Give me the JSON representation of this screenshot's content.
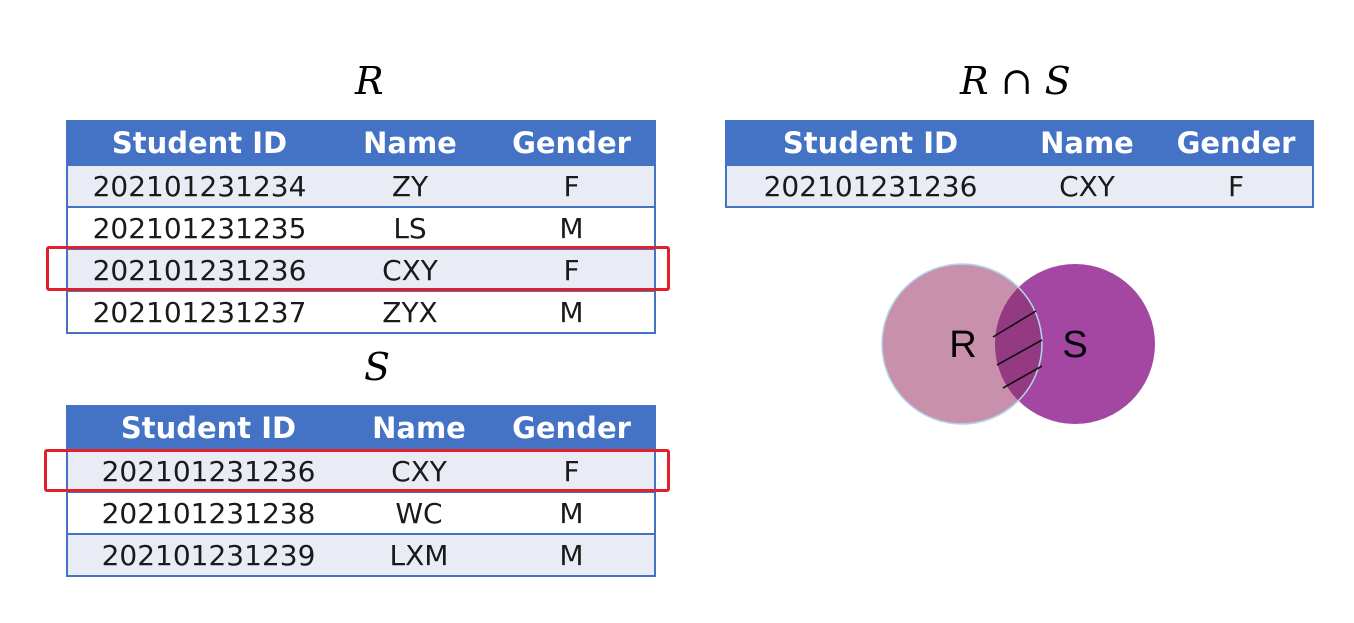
{
  "relation_r": {
    "title": "R",
    "columns": [
      "Student ID",
      "Name",
      "Gender"
    ],
    "rows": [
      [
        "202101231234",
        "ZY",
        "F"
      ],
      [
        "202101231235",
        "LS",
        "M"
      ],
      [
        "202101231236",
        "CXY",
        "F"
      ],
      [
        "202101231237",
        "ZYX",
        "M"
      ]
    ]
  },
  "relation_s": {
    "title": "S",
    "columns": [
      "Student ID",
      "Name",
      "Gender"
    ],
    "rows": [
      [
        "202101231236",
        "CXY",
        "F"
      ],
      [
        "202101231238",
        "WC",
        "M"
      ],
      [
        "202101231239",
        "LXM",
        "M"
      ]
    ]
  },
  "result": {
    "title": "R ∩ S",
    "columns": [
      "Student ID",
      "Name",
      "Gender"
    ],
    "rows": [
      [
        "202101231236",
        "CXY",
        "F"
      ]
    ]
  },
  "venn": {
    "left_label": "R",
    "right_label": "S",
    "left_color": "#c890ab",
    "right_color": "#a347a3",
    "overlap_color": "#943a82"
  },
  "colors": {
    "header": "#4472c4",
    "odd_row": "#e9ebf5",
    "highlight": "#e0202a"
  }
}
